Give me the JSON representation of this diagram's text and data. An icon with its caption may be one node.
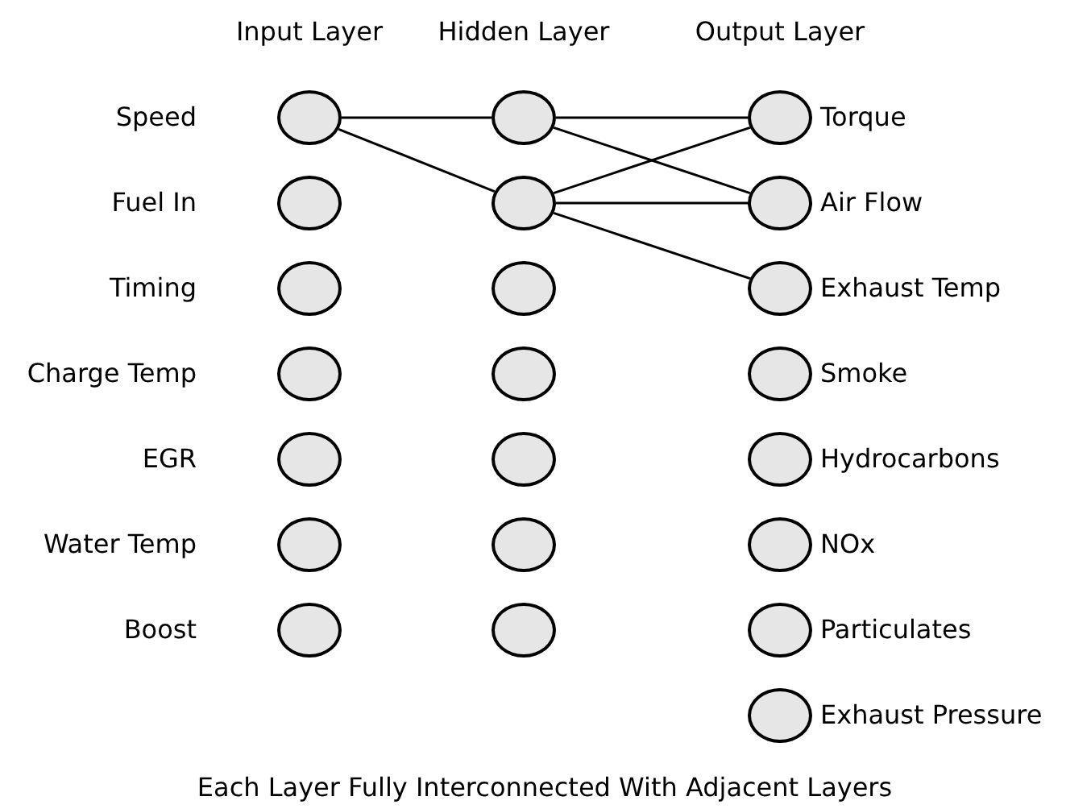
{
  "diagram": {
    "caption": "Each Layer Fully Interconnected With Adjacent Layers",
    "nodes": [
      {
        "text": [],
        "shape": "circle",
        "beside": [
          "Speed"
        ]
      },
      {
        "text": [],
        "shape": "circle",
        "beside": [
          "Fuel In"
        ]
      },
      {
        "text": [],
        "shape": "circle",
        "beside": [
          "Timing"
        ]
      },
      {
        "text": [],
        "shape": "circle",
        "beside": [
          "Charge Temp"
        ]
      },
      {
        "text": [],
        "shape": "circle",
        "beside": [
          "EGR"
        ]
      },
      {
        "text": [],
        "shape": "circle",
        "beside": [
          "Water Temp"
        ]
      },
      {
        "text": [],
        "shape": "circle",
        "beside": [
          "Boost"
        ]
      },
      {
        "text": [],
        "shape": "circle"
      },
      {
        "text": [],
        "shape": "circle"
      },
      {
        "text": [],
        "shape": "circle"
      },
      {
        "text": [],
        "shape": "circle"
      },
      {
        "text": [],
        "shape": "circle"
      },
      {
        "text": [],
        "shape": "circle"
      },
      {
        "text": [],
        "shape": "circle"
      },
      {
        "text": [],
        "shape": "circle",
        "beside": [
          "Torque"
        ]
      },
      {
        "text": [],
        "shape": "circle",
        "beside": [
          "Air Flow"
        ]
      },
      {
        "text": [],
        "shape": "circle",
        "beside": [
          "Exhaust Temp"
        ]
      },
      {
        "text": [],
        "shape": "circle",
        "beside": [
          "Smoke"
        ]
      },
      {
        "text": [],
        "shape": "circle",
        "beside": [
          "Hydrocarbons"
        ]
      },
      {
        "text": [],
        "shape": "circle",
        "beside": [
          "NOx"
        ]
      },
      {
        "text": [],
        "shape": "circle",
        "beside": [
          "Particulates"
        ]
      },
      {
        "text": [],
        "shape": "circle",
        "beside": [
          "Exhaust Pressure"
        ]
      }
    ],
    "edges": [
      {
        "from": 0,
        "to": 7,
        "arrow": "none"
      },
      {
        "from": 0,
        "to": 8,
        "arrow": "none"
      },
      {
        "from": 7,
        "to": 14,
        "arrow": "none"
      },
      {
        "from": 7,
        "to": 15,
        "arrow": "none"
      },
      {
        "from": 8,
        "to": 14,
        "arrow": "none"
      },
      {
        "from": 8,
        "to": 15,
        "arrow": "none"
      },
      {
        "from": 8,
        "to": 16,
        "arrow": "none"
      }
    ],
    "labels": [
      "Input Layer",
      "Hidden Layer",
      "Output Layer"
    ]
  }
}
